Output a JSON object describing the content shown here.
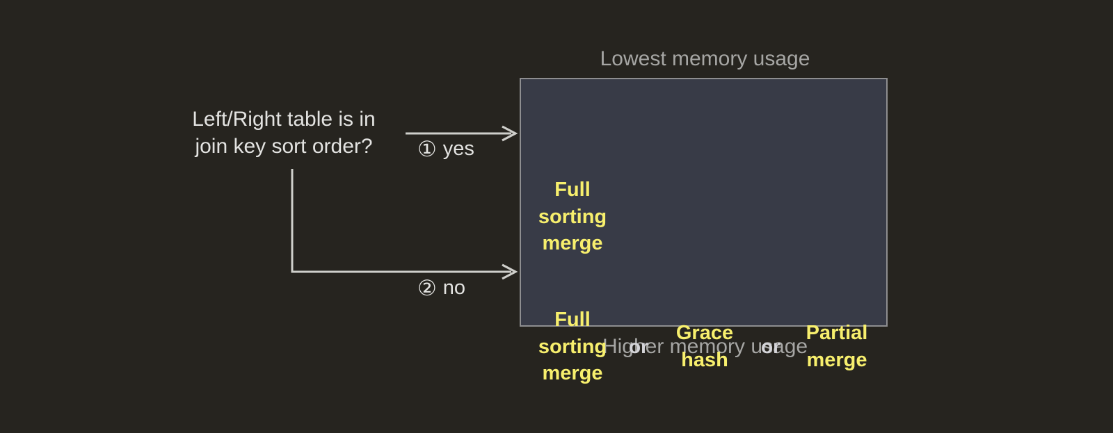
{
  "diagram": {
    "title_hidden": "",
    "question": {
      "text": "Left/Right table is in\njoin key sort order?"
    },
    "branches": [
      {
        "marker": "①",
        "label": "yes",
        "name": "yes"
      },
      {
        "marker": "②",
        "label": "no",
        "name": "no"
      }
    ],
    "captions": {
      "top": "Lowest memory usage",
      "bottom": "Higher memory usage"
    },
    "rows": [
      {
        "name": "sorted-branch-result",
        "options": [
          "Full\nsorting\nmerge"
        ],
        "separators": []
      },
      {
        "name": "unsorted-branch-result",
        "options": [
          "Full\nsorting\nmerge",
          "Grace\nhash",
          "Partial\nmerge"
        ],
        "separators": [
          "or",
          "or"
        ]
      }
    ],
    "colors": {
      "background": "#26241f",
      "box_fill": "#383b47",
      "box_border": "#8e8e90",
      "option_text": "#f7ef6d",
      "body_text": "#e3e3e1",
      "caption_text": "#a6a6a4",
      "connector": "#cfcfcb"
    }
  }
}
